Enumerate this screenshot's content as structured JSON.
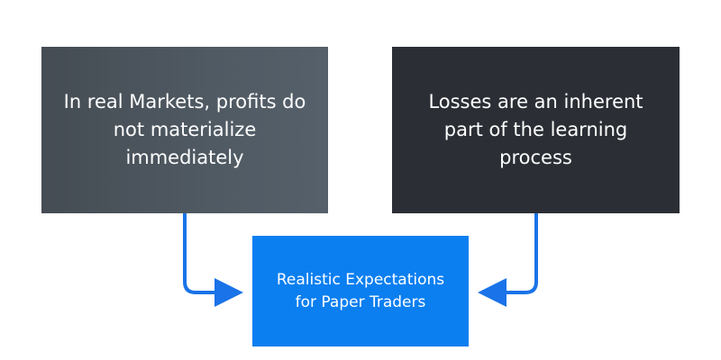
{
  "diagram": {
    "left_box": {
      "text": "In real Markets, profits do not materialize immediately",
      "color": "#4b545c"
    },
    "right_box": {
      "text": "Losses are an inherent part of the learning process",
      "color": "#2b2f35"
    },
    "center_box": {
      "text": "Realistic Expectations for Paper Traders",
      "color": "#0b7ff0"
    },
    "connector_color": "#1a73e8"
  }
}
